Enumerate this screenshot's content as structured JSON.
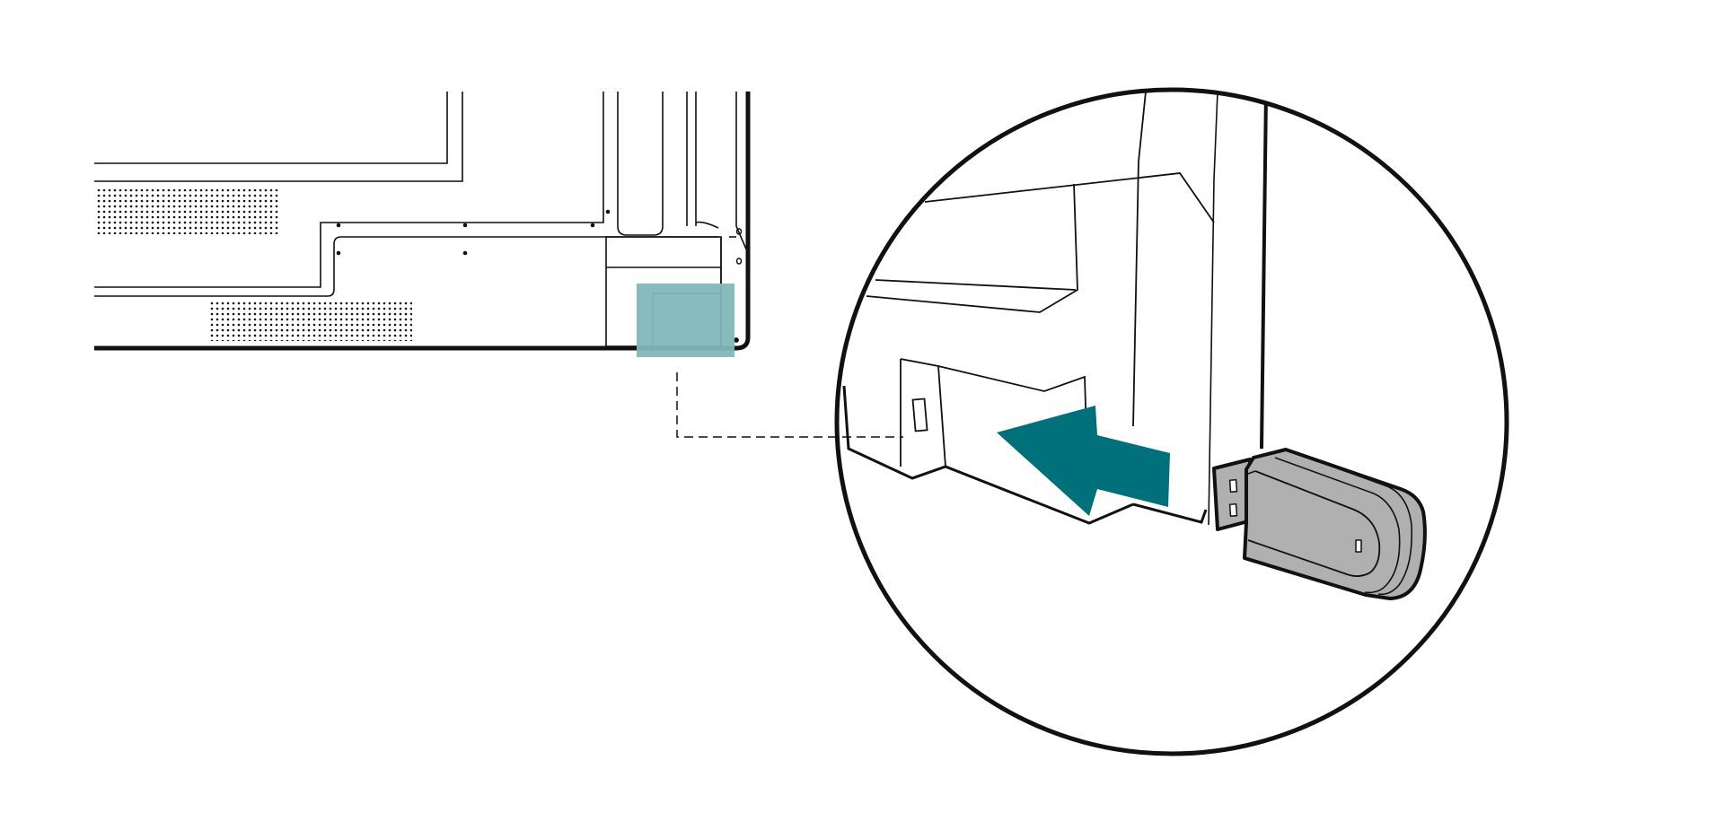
{
  "diagram": {
    "subject": "usb-dongle-insertion-into-display-rear-port",
    "colors": {
      "background": "#ffffff",
      "line": "#111111",
      "highlight": "#82b7ba",
      "arrow": "#00707a",
      "dongle_body": "#b0b0b0",
      "dongle_cap": "#a8a8a8"
    },
    "icons": {
      "arrow": "insert-direction-arrow",
      "dongle": "usb-dongle"
    }
  }
}
